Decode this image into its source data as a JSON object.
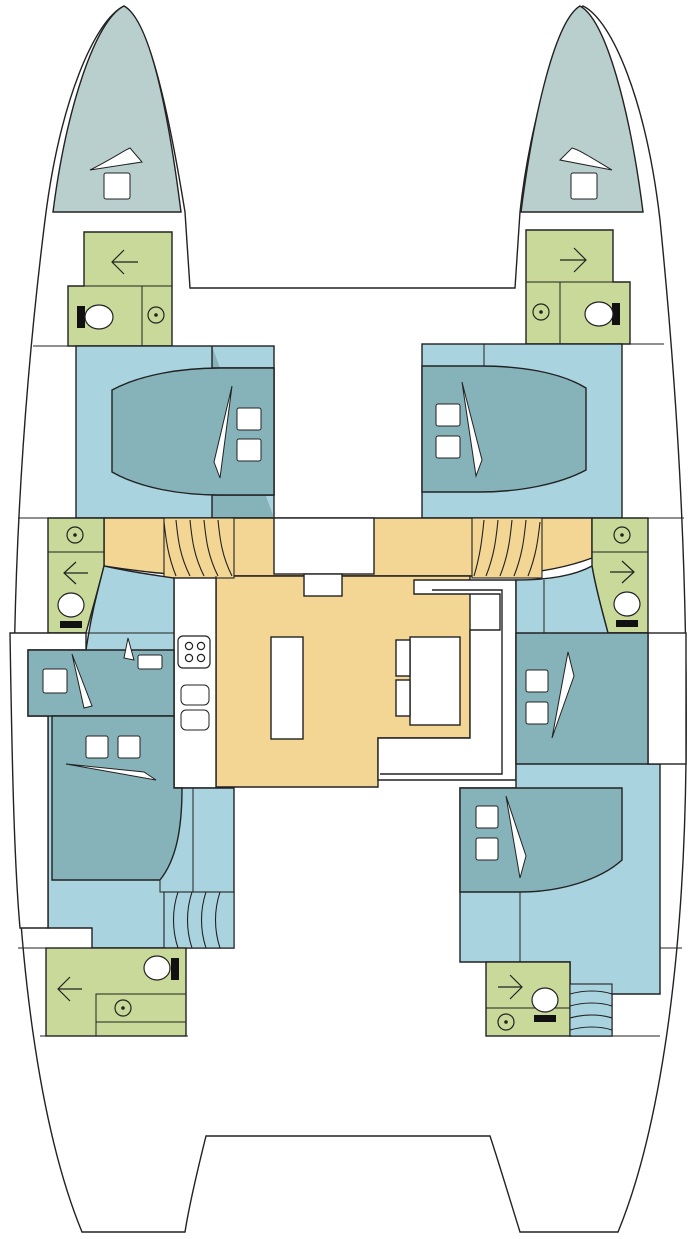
{
  "diagram": {
    "type": "catamaran-deck-layout",
    "colors": {
      "hull": "#ffffff",
      "forepeak": "#b9cfcd",
      "head": "#c9d99a",
      "cabin_floor": "#a9d3df",
      "bed": "#86b3b9",
      "saloon": "#f3d594",
      "line": "#222222"
    },
    "rooms": [
      {
        "id": "forepeak-port",
        "kind": "forepeak"
      },
      {
        "id": "forepeak-starboard",
        "kind": "forepeak"
      },
      {
        "id": "head-fwd-port",
        "kind": "head"
      },
      {
        "id": "head-fwd-starboard",
        "kind": "head"
      },
      {
        "id": "cabin-fwd-port",
        "kind": "cabin"
      },
      {
        "id": "cabin-fwd-starboard",
        "kind": "cabin"
      },
      {
        "id": "head-mid-port",
        "kind": "head"
      },
      {
        "id": "head-mid-starboard",
        "kind": "head"
      },
      {
        "id": "saloon",
        "kind": "saloon"
      },
      {
        "id": "galley",
        "kind": "galley"
      },
      {
        "id": "cabin-aft-port",
        "kind": "cabin"
      },
      {
        "id": "cabin-aft-starboard",
        "kind": "cabin"
      },
      {
        "id": "head-aft-port",
        "kind": "head"
      },
      {
        "id": "head-aft-starboard",
        "kind": "head"
      }
    ],
    "icons": [
      "toilet-icon",
      "sink-icon",
      "arrow-icon",
      "hatch-icon",
      "stove-icon",
      "stairs-icon"
    ]
  }
}
